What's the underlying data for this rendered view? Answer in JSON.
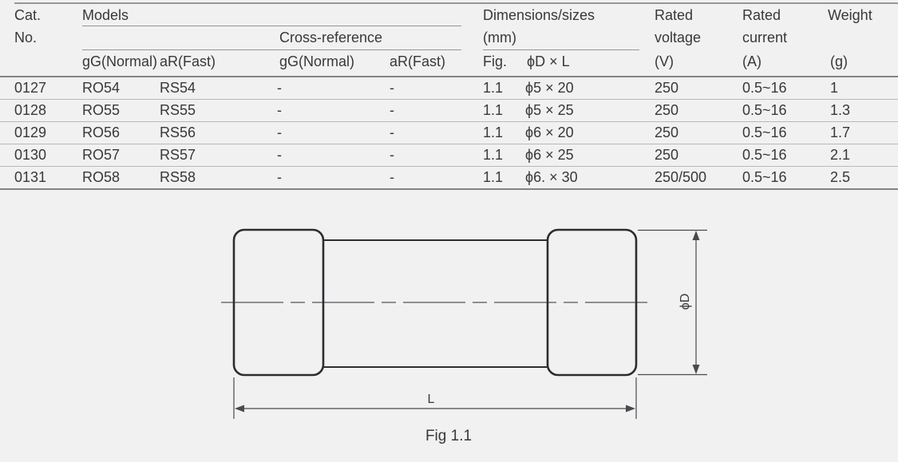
{
  "page": {
    "background": "#f1f1f2",
    "text_color": "#38383a"
  },
  "table": {
    "header": {
      "cat": "Cat.",
      "no": "No.",
      "models": "Models",
      "cross_reference": "Cross-reference",
      "dimensions": "Dimensions/sizes",
      "dimensions_unit": "(mm)",
      "rated_voltage_word1": "Rated",
      "rated_voltage_word2": "voltage",
      "rated_voltage_unit": "(V)",
      "rated_current_word1": "Rated",
      "rated_current_word2": "current",
      "rated_current_unit": "(A)",
      "weight": "Weight",
      "weight_unit": "(g)",
      "sub": {
        "model_gg": "gG(Normal)",
        "model_ar": "aR(Fast)",
        "cross_gg": "gG(Normal)",
        "cross_ar": "aR(Fast)",
        "fig": "Fig.",
        "dim": "ϕD × L"
      }
    },
    "rows": [
      {
        "cat": "0127",
        "model_gg": "RO54",
        "model_ar": "RS54",
        "cross_gg": "-",
        "cross_ar": "-",
        "fig": "1.1",
        "dim": "ϕ5 × 20",
        "voltage": "250",
        "current": "0.5~16",
        "weight": "1"
      },
      {
        "cat": "0128",
        "model_gg": "RO55",
        "model_ar": "RS55",
        "cross_gg": "-",
        "cross_ar": "-",
        "fig": "1.1",
        "dim": "ϕ5 × 25",
        "voltage": "250",
        "current": "0.5~16",
        "weight": "1.3"
      },
      {
        "cat": "0129",
        "model_gg": "RO56",
        "model_ar": "RS56",
        "cross_gg": "-",
        "cross_ar": "-",
        "fig": "1.1",
        "dim": "ϕ6 × 20",
        "voltage": "250",
        "current": "0.5~16",
        "weight": "1.7"
      },
      {
        "cat": "0130",
        "model_gg": "RO57",
        "model_ar": "RS57",
        "cross_gg": "-",
        "cross_ar": "-",
        "fig": "1.1",
        "dim": "ϕ6 × 25",
        "voltage": "250",
        "current": "0.5~16",
        "weight": "2.1"
      },
      {
        "cat": "0131",
        "model_gg": "RO58",
        "model_ar": "RS58",
        "cross_gg": "-",
        "cross_ar": "-",
        "fig": "1.1",
        "dim": "ϕ6. × 30",
        "voltage": "250/500",
        "current": "0.5~16",
        "weight": "2.5"
      }
    ]
  },
  "diagram": {
    "phi_d_label": "ϕD",
    "l_label": "L",
    "caption": "Fig 1.1"
  }
}
